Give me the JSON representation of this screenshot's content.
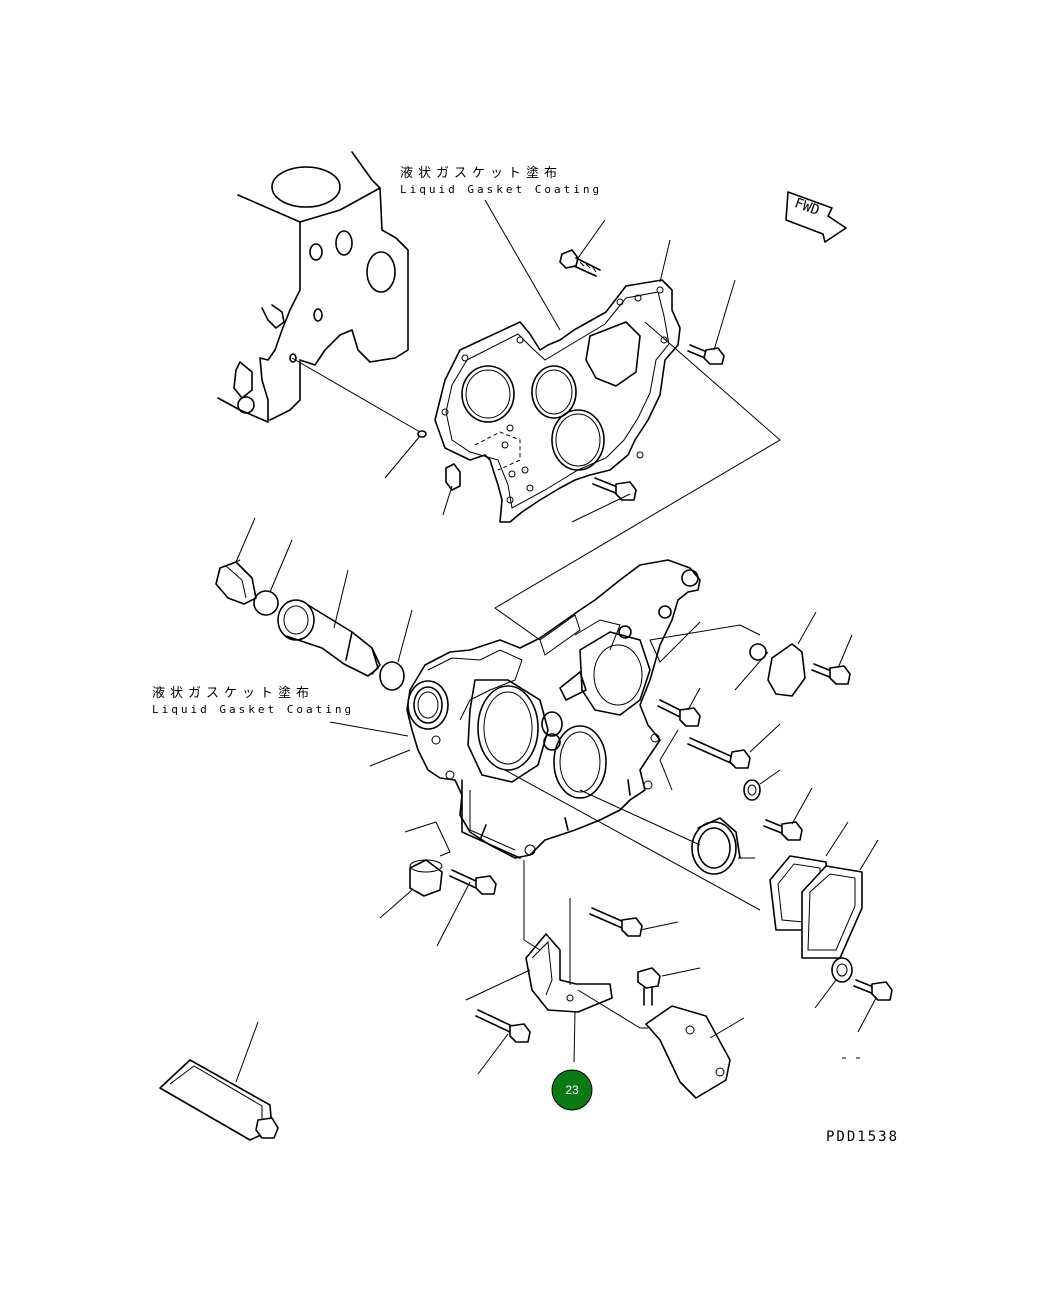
{
  "labels": {
    "gasket_top_jp": "液状ガスケット塗布",
    "gasket_top_en": "Liquid Gasket Coating",
    "gasket_left_jp": "液状ガスケット塗布",
    "gasket_left_en": "Liquid Gasket Coating",
    "fwd": "FWD",
    "drawing_id": "PDD1538"
  },
  "callouts": [
    {
      "number": "23",
      "color": "#0a7a12"
    }
  ],
  "colors": {
    "line": "#000000",
    "background": "#ffffff",
    "callout_fill": "#0a7a12"
  }
}
